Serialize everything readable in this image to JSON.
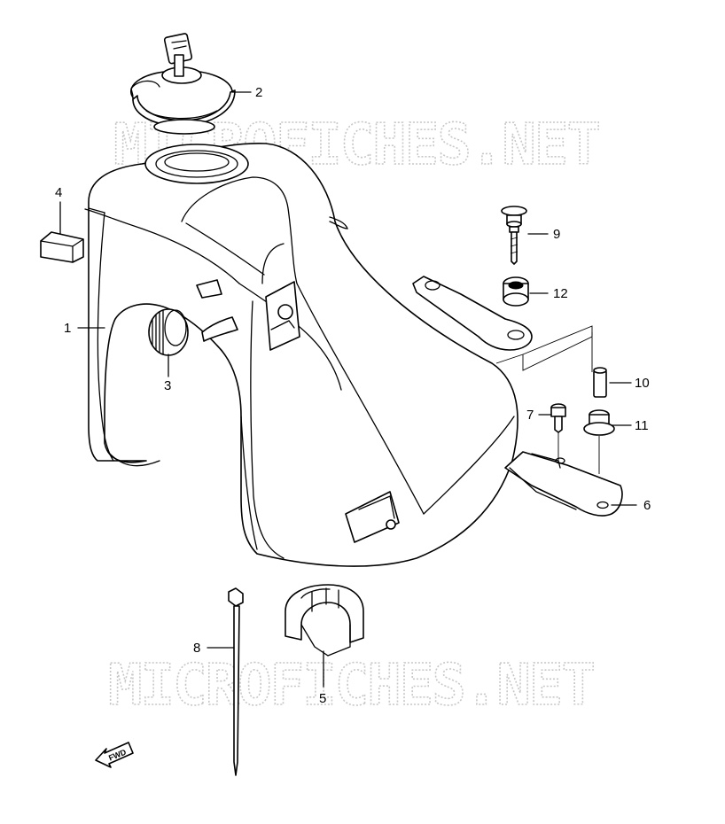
{
  "watermark": "MICROFICHES.NET",
  "fwd_label": "FWD",
  "callouts": {
    "c1": "1",
    "c2": "2",
    "c3": "3",
    "c4": "4",
    "c5": "5",
    "c6": "6",
    "c7": "7",
    "c8": "8",
    "c9": "9",
    "c10": "10",
    "c11": "11",
    "c12": "12"
  }
}
